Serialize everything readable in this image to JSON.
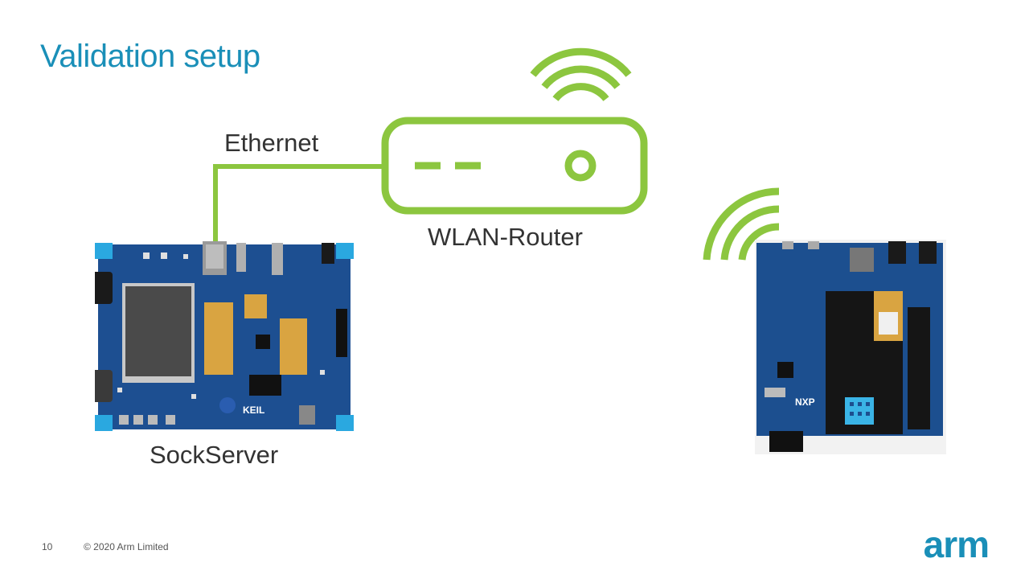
{
  "slide": {
    "title": "Validation setup",
    "page_number": "10",
    "copyright": "© 2020 Arm Limited",
    "logo_text": "arm"
  },
  "diagram": {
    "ethernet_label": "Ethernet",
    "router_label": "WLAN-Router",
    "server_label": "SockServer",
    "server_board_brand": "KEIL",
    "client_board_brand": "NXP"
  },
  "colors": {
    "accent_green": "#8cc63f",
    "title_blue": "#1a8fb8",
    "pcb_blue": "#1d4f91",
    "text_dark": "#333333"
  },
  "icons": [
    "router-icon",
    "wifi-icon"
  ]
}
